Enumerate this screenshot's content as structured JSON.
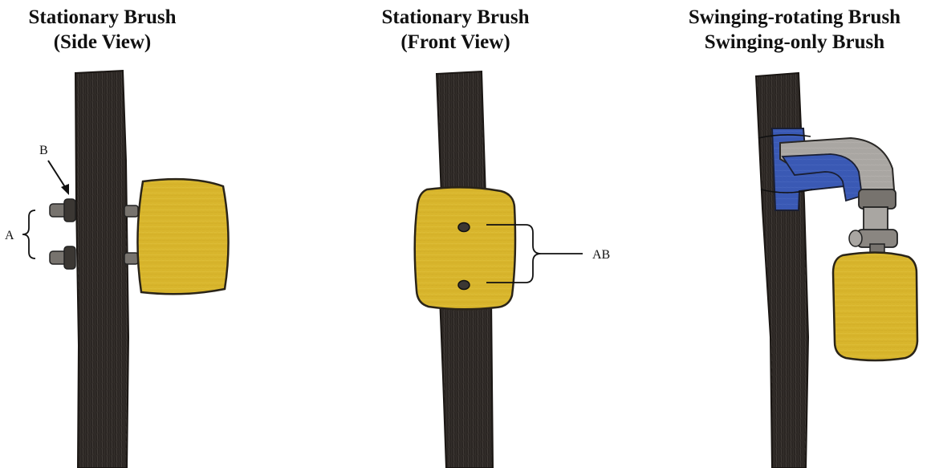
{
  "panels": [
    {
      "title_line1": "Stationary Brush",
      "title_line2": "(Side View)"
    },
    {
      "title_line1": "Stationary Brush",
      "title_line2": "(Front View)"
    },
    {
      "title_line1": "Swinging-rotating Brush",
      "title_line2": "Swinging-only Brush"
    }
  ],
  "labels": {
    "a": "A",
    "b": "B",
    "ab": "AB"
  },
  "colors": {
    "post": "#2b2623",
    "post_texture": "#6b6560",
    "brush": "#d8b52c",
    "brush_outline": "#2a2418",
    "bracket": "#3a59b4",
    "arm": "#a9a6a2",
    "bolt": "#77736e"
  }
}
